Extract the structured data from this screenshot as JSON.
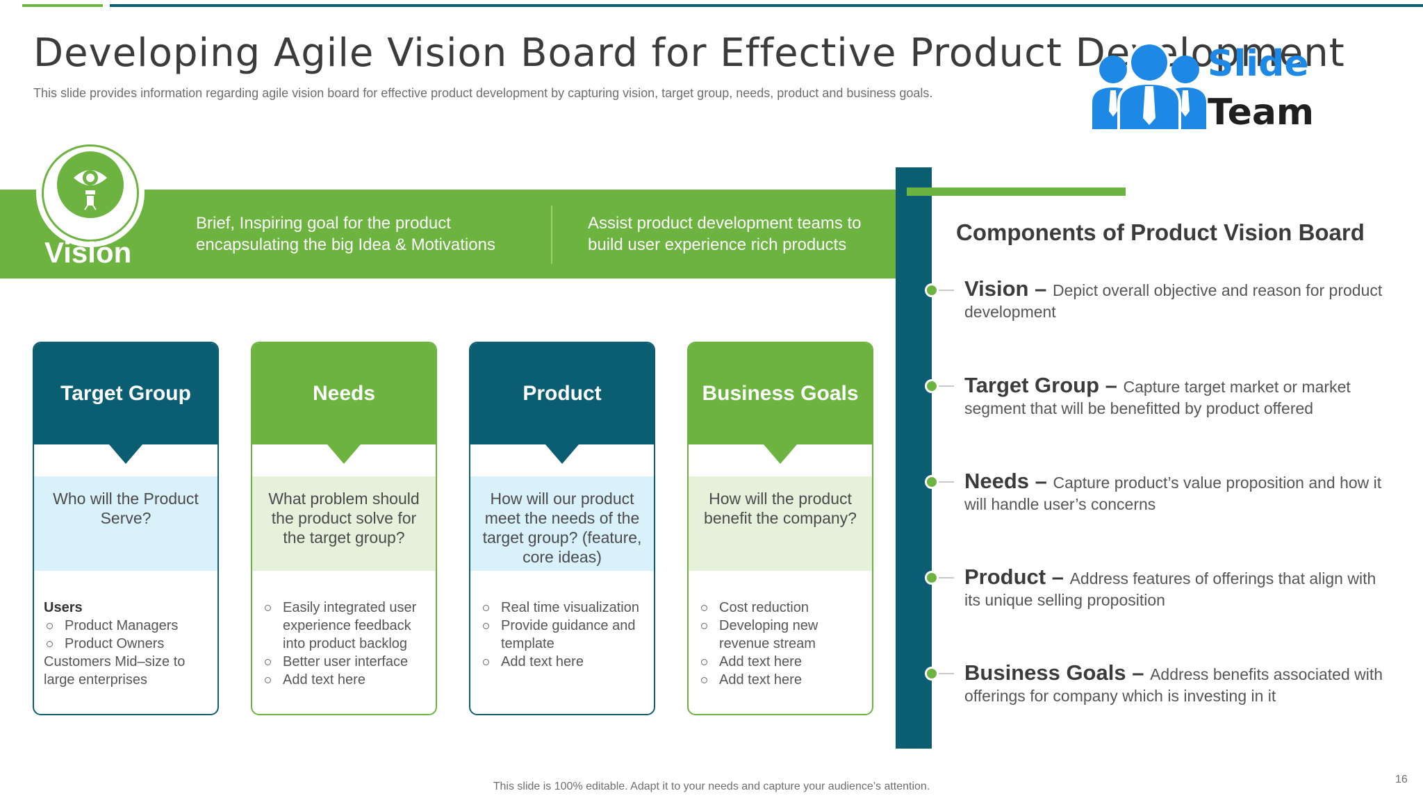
{
  "title": "Developing Agile Vision Board for Effective Product Development",
  "subtitle": "This slide provides information regarding agile vision board for effective product development by capturing vision, target group, needs, product and business goals.",
  "logo": {
    "line1": "Slide",
    "line2": "Team"
  },
  "vision": {
    "label": "Vision",
    "text1": "Brief, Inspiring goal for the product encapsulating the big Idea & Motivations",
    "text2": "Assist product development teams to build user experience rich products"
  },
  "cards": [
    {
      "title": "Target Group",
      "question": "Who will the Product Serve?",
      "heading": "Users",
      "bullets": [
        "Product Managers",
        "Product Owners"
      ],
      "extra": "Customers Mid–size to large enterprises"
    },
    {
      "title": "Needs",
      "question": "What problem should the product solve for the target group?",
      "bullets": [
        "Easily integrated user experience feedback into product backlog",
        "Better user interface",
        "Add text here"
      ]
    },
    {
      "title": "Product",
      "question": "How will our product meet the needs of the target group? (feature, core ideas)",
      "bullets": [
        "Real time visualization",
        "Provide guidance and template",
        "Add text here"
      ]
    },
    {
      "title": "Business Goals",
      "question": "How will the product benefit the company?",
      "bullets": [
        "Cost reduction",
        "Developing new revenue stream",
        "Add text here",
        "Add text here"
      ]
    }
  ],
  "components": {
    "title": "Components of Product Vision Board",
    "items": [
      {
        "name": "Vision",
        "sep": " – ",
        "desc": "Depict overall objective and reason for product development"
      },
      {
        "name": "Target Group",
        "sep": " – ",
        "desc": "Capture target market or market segment that will be benefitted by product offered"
      },
      {
        "name": "Needs",
        "sep": " – ",
        "desc": "Capture product’s value proposition and how it will handle user’s concerns"
      },
      {
        "name": "Product",
        "sep": " – ",
        "desc": "Address features of offerings that align with its unique selling proposition"
      },
      {
        "name": "Business Goals",
        "sep": " – ",
        "desc": "Address benefits associated with offerings for company which is investing in it"
      }
    ]
  },
  "footer": "This slide is 100% editable. Adapt it to your needs and capture your audience’s attention.",
  "page_number": "16",
  "colors": {
    "green": "#6cb33f",
    "teal": "#0b5d72",
    "light_blue": "#d9f1fb",
    "light_green": "#e6f1db",
    "logo_blue": "#1e88e5"
  },
  "icons": {
    "vision": "eye-icon",
    "logo": "team-people-icon"
  }
}
